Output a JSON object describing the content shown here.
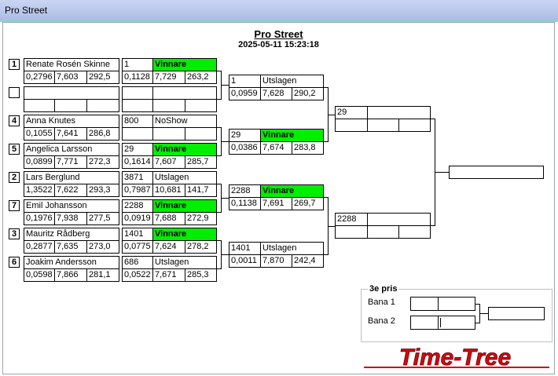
{
  "window": {
    "title": "Pro Street"
  },
  "header": {
    "title": "Pro Street",
    "datetime": "2025-05-11 15:23:18"
  },
  "first_round": [
    {
      "seed": "1",
      "name": "Renate Rosén Skinne",
      "rt": "0,2796",
      "et": "7,603",
      "speed": "292,5",
      "res_id": "1",
      "result": "Vinnare",
      "res_rt": "0,1128",
      "res_et": "7,729",
      "res_speed": "263,2",
      "winner": true
    },
    {
      "seed": "",
      "name": "",
      "rt": "",
      "et": "",
      "speed": "",
      "res_id": "",
      "result": "",
      "res_rt": "",
      "res_et": "",
      "res_speed": "",
      "winner": false
    },
    {
      "seed": "4",
      "name": "Anna Knutes",
      "rt": "0,1055",
      "et": "7,641",
      "speed": "286,8",
      "res_id": "800",
      "result": "NoShow",
      "res_rt": "",
      "res_et": "",
      "res_speed": "",
      "winner": false
    },
    {
      "seed": "5",
      "name": "Angelica Larsson",
      "rt": "0,0899",
      "et": "7,771",
      "speed": "272,3",
      "res_id": "29",
      "result": "Vinnare",
      "res_rt": "0,1614",
      "res_et": "7,607",
      "res_speed": "285,7",
      "winner": true
    },
    {
      "seed": "2",
      "name": "Lars Berglund",
      "rt": "1,3522",
      "et": "7,622",
      "speed": "293,3",
      "res_id": "3871",
      "result": "Utslagen",
      "res_rt": "0,7987",
      "res_et": "10,681",
      "res_speed": "141,7",
      "winner": false
    },
    {
      "seed": "7",
      "name": "Emil Johansson",
      "rt": "0,1976",
      "et": "7,938",
      "speed": "277,5",
      "res_id": "2288",
      "result": "Vinnare",
      "res_rt": "0,0919",
      "res_et": "7,688",
      "res_speed": "272,9",
      "winner": true
    },
    {
      "seed": "3",
      "name": "Mauritz Rådberg",
      "rt": "0,2877",
      "et": "7,635",
      "speed": "273,0",
      "res_id": "1401",
      "result": "Vinnare",
      "res_rt": "0,0775",
      "res_et": "7,624",
      "res_speed": "278,2",
      "winner": true
    },
    {
      "seed": "6",
      "name": "Joakim Andersson",
      "rt": "0,0598",
      "et": "7,866",
      "speed": "281,1",
      "res_id": "686",
      "result": "Utslagen",
      "res_rt": "0,0522",
      "res_et": "7,671",
      "res_speed": "285,3",
      "winner": false
    }
  ],
  "second_round": [
    {
      "id": "1",
      "result": "Utslagen",
      "rt": "0,0959",
      "et": "7,628",
      "speed": "290,2",
      "winner": false
    },
    {
      "id": "29",
      "result": "Vinnare",
      "rt": "0,0386",
      "et": "7,674",
      "speed": "283,8",
      "winner": true
    },
    {
      "id": "2288",
      "result": "Vinnare",
      "rt": "0,1138",
      "et": "7,691",
      "speed": "269,7",
      "winner": true
    },
    {
      "id": "1401",
      "result": "Utslagen",
      "rt": "0,0011",
      "et": "7,870",
      "speed": "242,4",
      "winner": false
    }
  ],
  "semi_final": [
    {
      "id": "29",
      "result": ""
    },
    {
      "id": "2288",
      "result": ""
    }
  ],
  "final": {
    "value": ""
  },
  "third_place": {
    "label": "3e pris",
    "lanes": [
      {
        "label": "Bana 1"
      },
      {
        "label": "Bana 2"
      }
    ]
  },
  "logo": {
    "text": "Time-Tree",
    "color": "#d10a10"
  }
}
